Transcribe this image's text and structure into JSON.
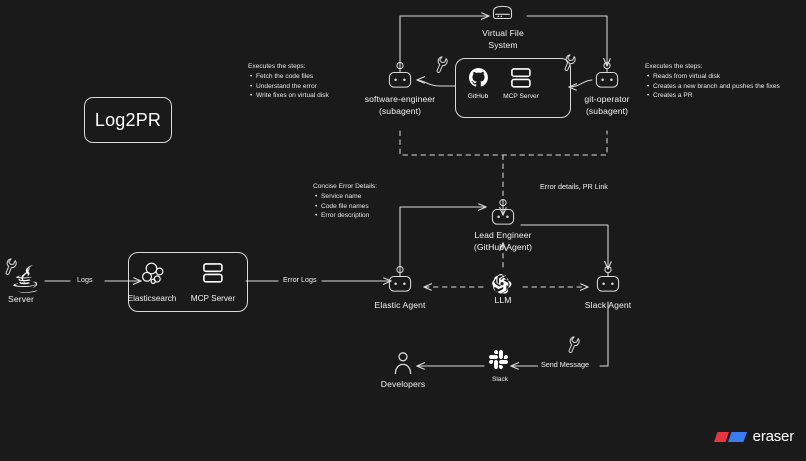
{
  "diagram": {
    "title": "Log2PR",
    "background_color": "#1a1a1a",
    "stroke_color": "#d9d9d9",
    "text_color": "#f2f2f2"
  },
  "logo_badge": {
    "label": "Log2PR"
  },
  "annotations": {
    "left_steps": {
      "heading": "Executes the steps:",
      "items": [
        "Fetch the code files",
        "Understand the error",
        "Write fixes on virtual disk"
      ]
    },
    "right_steps": {
      "heading": "Executes the steps:",
      "items": [
        "Reads from virtual disk",
        "Creates a new branch and pushes the fixes",
        "Creates a PR"
      ]
    },
    "error_details": {
      "heading": "Concise Error Details:",
      "items": [
        "Service name",
        "Code file names",
        "Error description"
      ]
    }
  },
  "nodes": {
    "virtual_file_system": {
      "label_line1": "Virtual File",
      "label_line2": "System",
      "icon": "server-disk-icon"
    },
    "software_engineer": {
      "label_line1": "software-engineer",
      "label_line2": "(subagent)",
      "icon": "robot-icon"
    },
    "git_operator": {
      "label_line1": "git-operator",
      "label_line2": "(subagent)",
      "icon": "robot-icon"
    },
    "github": {
      "label": "GitHub",
      "icon": "github-icon"
    },
    "mcp_server_top": {
      "label": "MCP Server",
      "icon": "mcp-stack-icon"
    },
    "lead_engineer": {
      "label_line1": "Lead Engineer",
      "label_line2": "(GitHub Agent)",
      "icon": "robot-icon"
    },
    "server": {
      "label": "Server",
      "icon": "java-icon"
    },
    "elasticsearch": {
      "label": "Elasticsearch",
      "icon": "elasticsearch-icon"
    },
    "mcp_server_bottom": {
      "label": "MCP Server",
      "icon": "mcp-stack-icon"
    },
    "elastic_agent": {
      "label": "Elastic Agent",
      "icon": "robot-icon"
    },
    "llm": {
      "label": "LLM",
      "icon": "openai-icon"
    },
    "slack_agent": {
      "label": "Slack Agent",
      "icon": "robot-icon"
    },
    "slack": {
      "label": "Slack",
      "icon": "slack-icon"
    },
    "developers": {
      "label": "Developers",
      "icon": "person-icon"
    }
  },
  "edges": {
    "logs": "Logs",
    "error_logs": "Error Logs",
    "error_details_pr_link": "Error details, PR Link",
    "send_message": "Send Message"
  },
  "watermark": {
    "label": "eraser",
    "color_red": "#e8353d",
    "color_blue": "#3a7bf0"
  }
}
